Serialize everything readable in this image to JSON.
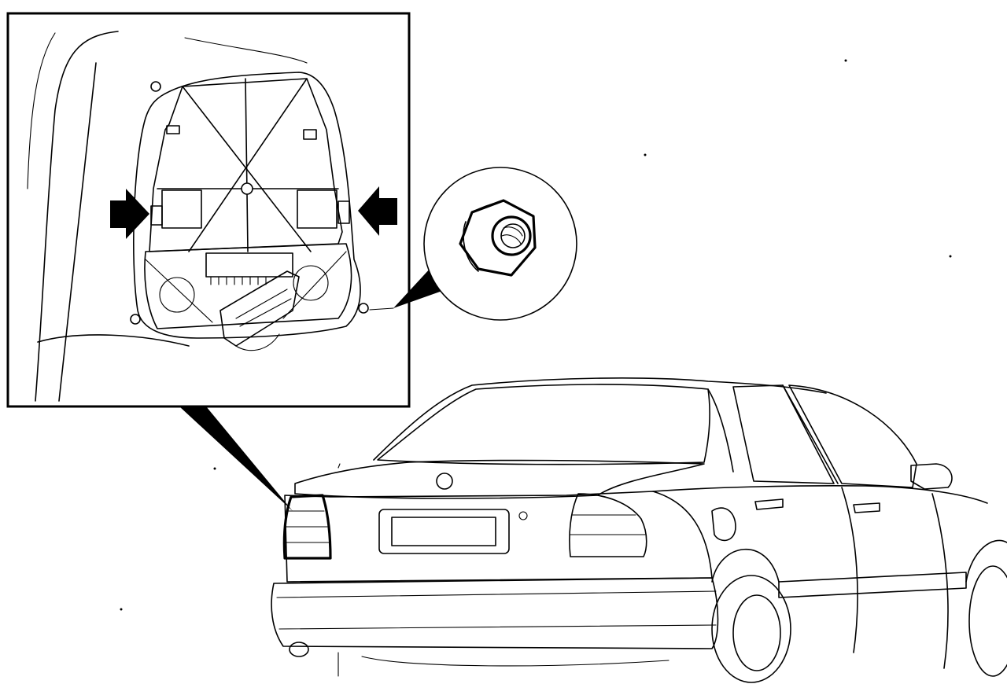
{
  "colors": {
    "line": "#000000",
    "background": "#ffffff"
  },
  "callouts": {
    "detail": "tail-light-unit-rear-view",
    "magnified": "retaining-nut"
  },
  "indicators": {
    "left_arrow": "press-arrow-right",
    "right_arrow": "press-arrow-left"
  }
}
